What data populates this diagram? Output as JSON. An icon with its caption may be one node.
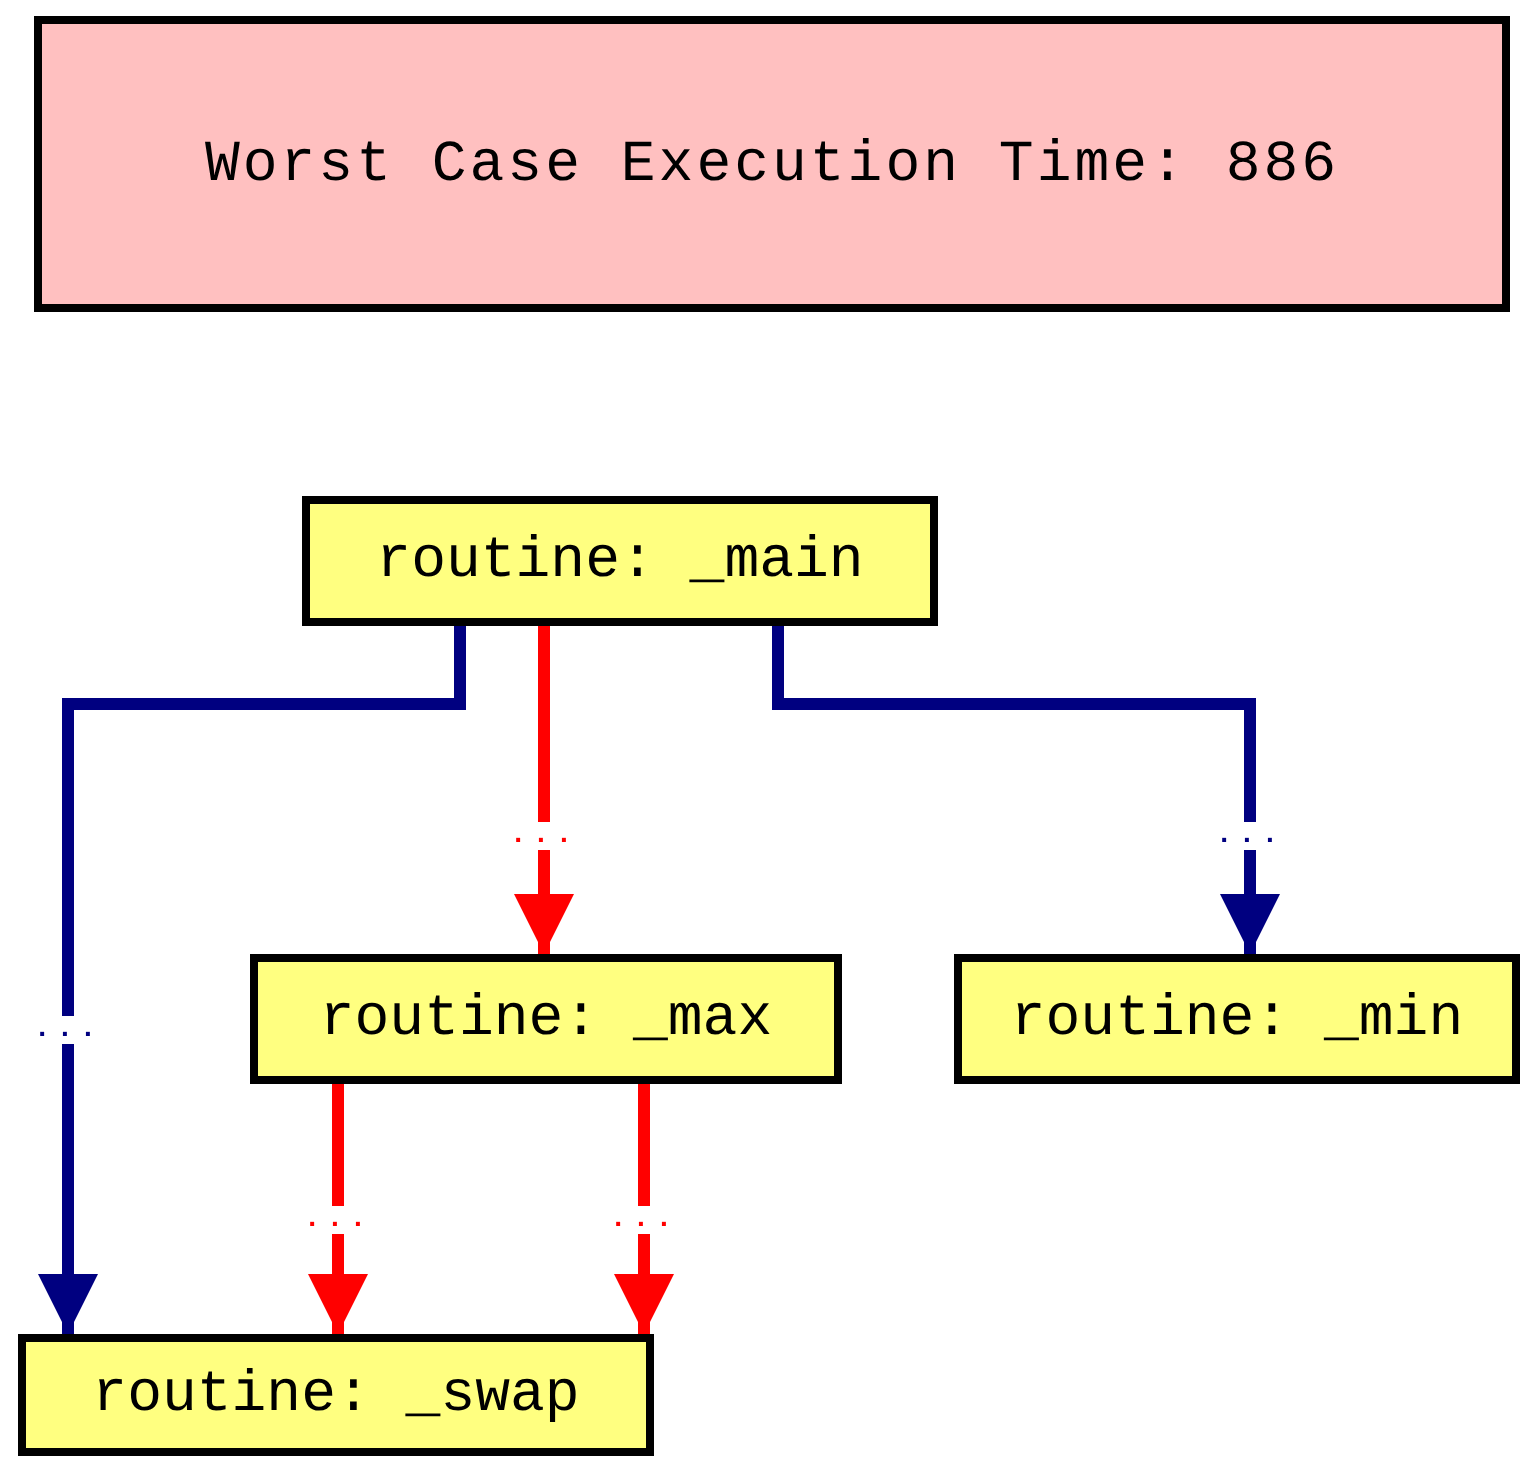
{
  "diagram": {
    "nodes": [
      {
        "text": [
          "Worst Case Execution Time: 886"
        ]
      },
      {
        "text": [
          "routine: _main"
        ]
      },
      {
        "text": [
          "routine: _max"
        ]
      },
      {
        "text": [
          "routine: _min"
        ]
      },
      {
        "text": [
          "routine: _swap"
        ]
      }
    ],
    "edges": [
      {
        "from": 1,
        "to": 4,
        "arrow": "to",
        "label": "...",
        "color": "#000080"
      },
      {
        "from": 1,
        "to": 2,
        "arrow": "to",
        "label": "...",
        "color": "#ff0000"
      },
      {
        "from": 1,
        "to": 3,
        "arrow": "to",
        "label": "...",
        "color": "#000080"
      },
      {
        "from": 2,
        "to": 4,
        "arrow": "to",
        "label": "...",
        "color": "#ff0000"
      },
      {
        "from": 2,
        "to": 4,
        "arrow": "to",
        "label": "...",
        "color": "#ff0000"
      }
    ]
  }
}
